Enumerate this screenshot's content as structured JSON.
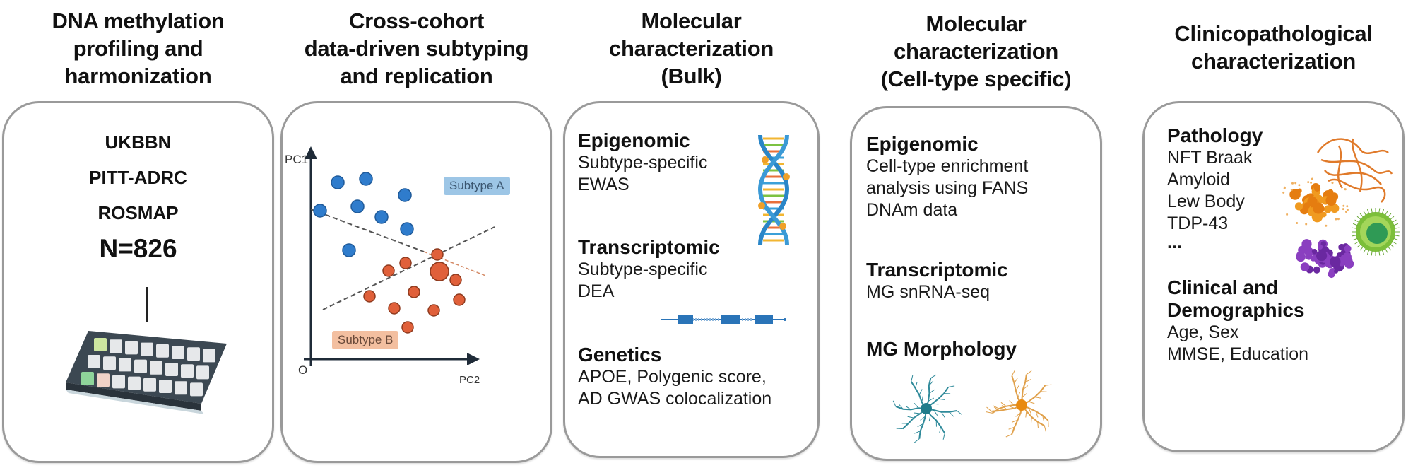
{
  "headers": [
    [
      "DNA methylation",
      "profiling and",
      "harmonization"
    ],
    [
      "Cross-cohort",
      "data-driven subtyping",
      "and replication"
    ],
    [
      "Molecular",
      "characterization",
      "(Bulk)"
    ],
    [
      "Molecular",
      "characterization",
      "(Cell-type specific)"
    ],
    [
      "Clinicopathological",
      "characterization"
    ]
  ],
  "panel1": {
    "cohorts": [
      "UKBBN",
      "PITT-ADRC",
      "ROSMAP"
    ],
    "n_label": "N=826",
    "icon": "methylation-array-chip"
  },
  "panel2": {
    "y_axis": "PC1",
    "x_axis": "PC2",
    "origin": "O",
    "subtype_a": "Subtype A",
    "subtype_b": "Subtype B",
    "colors": {
      "subtype_a": "#2f7ccc",
      "subtype_b": "#e0603a"
    }
  },
  "panel3": {
    "sections": [
      {
        "title": "Epigenomic",
        "lines": [
          "Subtype-specific",
          "EWAS"
        ],
        "icon": "dna-helix"
      },
      {
        "title": "Transcriptomic",
        "lines": [
          "Subtype-specific",
          "DEA"
        ],
        "icon": "gene-structure"
      },
      {
        "title": "Genetics",
        "lines": [
          "APOE, Polygenic score,",
          "AD GWAS colocalization"
        ]
      }
    ]
  },
  "panel4": {
    "sections": [
      {
        "title": "Epigenomic",
        "lines": [
          "Cell-type enrichment",
          "analysis using FANS",
          "DNAm data"
        ]
      },
      {
        "title": "Transcriptomic",
        "lines": [
          "MG snRNA-seq"
        ]
      },
      {
        "title": "MG Morphology",
        "lines": [],
        "icon": "microglia-cells"
      }
    ]
  },
  "panel5": {
    "sections": [
      {
        "title": "Pathology",
        "lines": [
          "NFT Braak",
          "Amyloid",
          "Lew Body",
          "TDP-43",
          "..."
        ]
      },
      {
        "title_lines": [
          "Clinical and",
          "Demographics"
        ],
        "lines": [
          "Age, Sex",
          "MMSE, Education"
        ]
      }
    ],
    "icon": "pathology-aggregates"
  }
}
